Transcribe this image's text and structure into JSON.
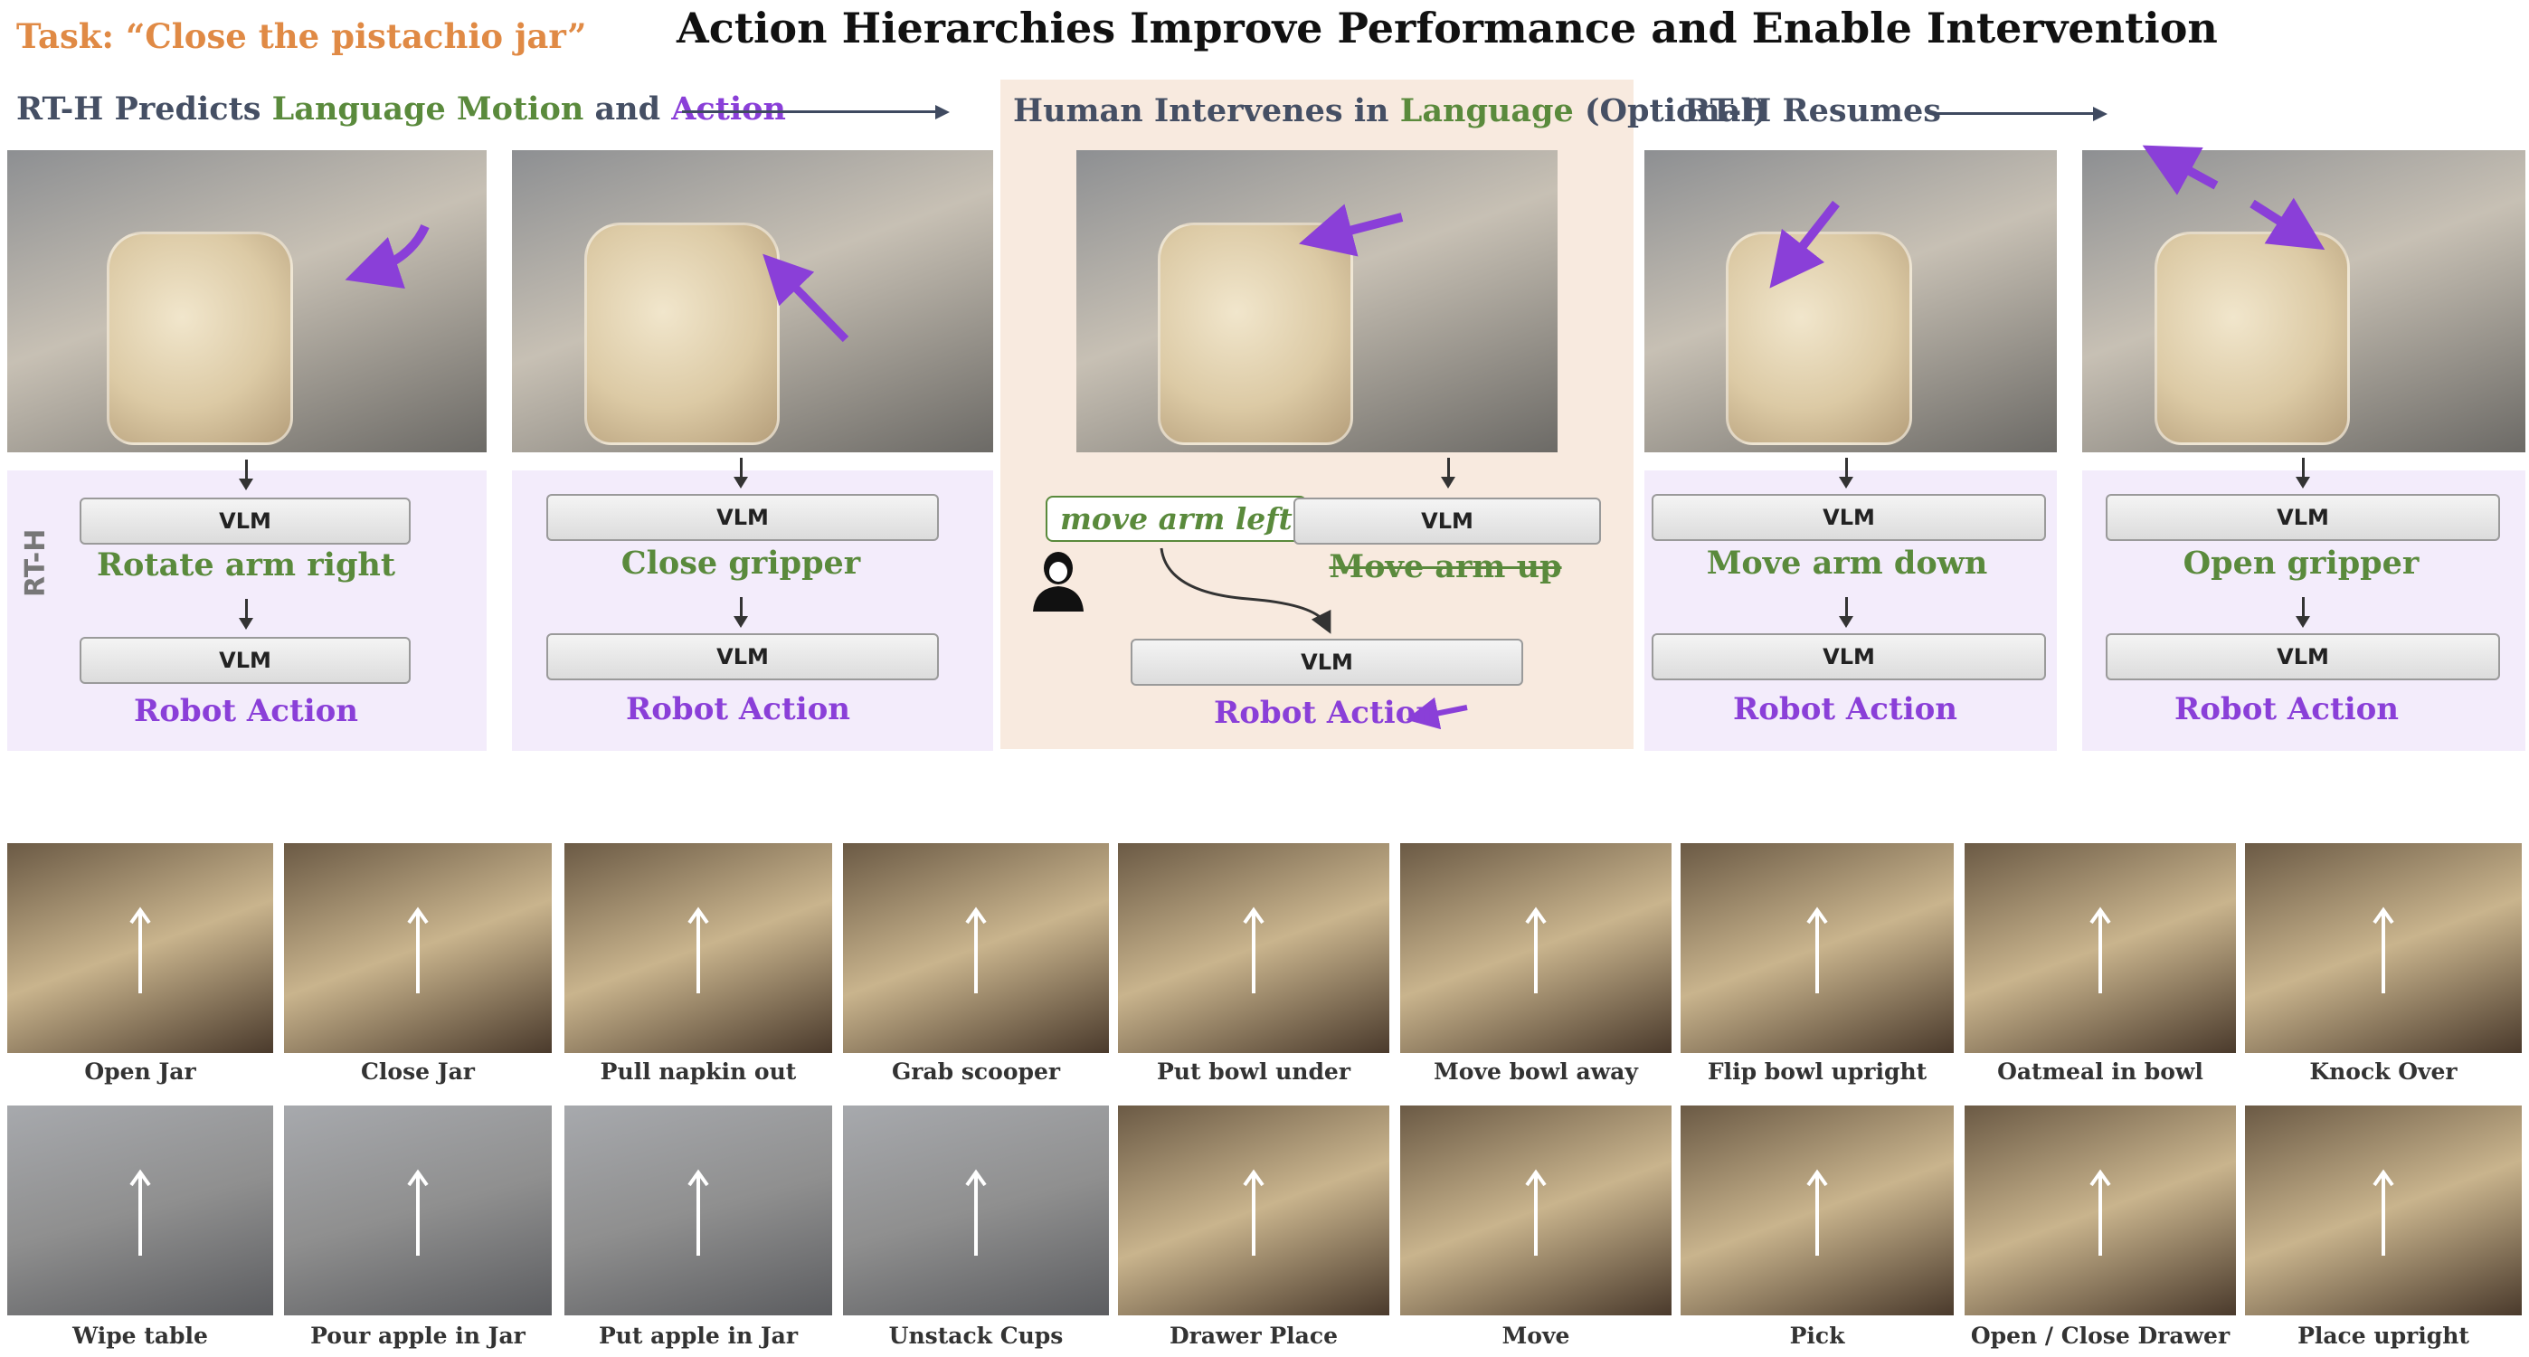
{
  "task": "Task: “Close the pistachio jar”",
  "title": "Action Hierarchies Improve Performance and Enable Intervention",
  "headers": {
    "predict": {
      "p1": "RT-H Predicts ",
      "p2": "Language Motion",
      "p3": " and ",
      "p4": "Action"
    },
    "intervene": {
      "p1": "Human Intervenes in ",
      "p2": "Language",
      "p3": " (Optional)"
    },
    "resumes": "RT-H Resumes"
  },
  "side_label": "RT-H",
  "vlm_label": "VLM",
  "robot_action_label": "Robot Action",
  "steps": [
    {
      "motion": "Rotate arm right"
    },
    {
      "motion": "Close gripper"
    },
    {
      "motion": "Move arm up",
      "human_correction": "move arm left"
    },
    {
      "motion": "Move arm down"
    },
    {
      "motion": "Open gripper"
    }
  ],
  "tasks_row1": [
    "Open Jar",
    "Close Jar",
    "Pull napkin out",
    "Grab scooper",
    "Put bowl under",
    "Move bowl away",
    "Flip bowl upright",
    "Oatmeal in bowl",
    "Knock Over"
  ],
  "tasks_row2": [
    "Wipe table",
    "Pour apple in Jar",
    "Put apple in Jar",
    "Unstack Cups",
    "Drawer Place",
    "Move",
    "Pick",
    "Open / Close Drawer",
    "Place upright"
  ],
  "colors": {
    "task": "#e08a45",
    "motion": "#5a8a3c",
    "action": "#8a3fd8",
    "panel_bg": "#f3ecfb",
    "intervene_bg": "#f8eadf"
  },
  "icons": [
    "arrow-icon",
    "person-icon"
  ]
}
